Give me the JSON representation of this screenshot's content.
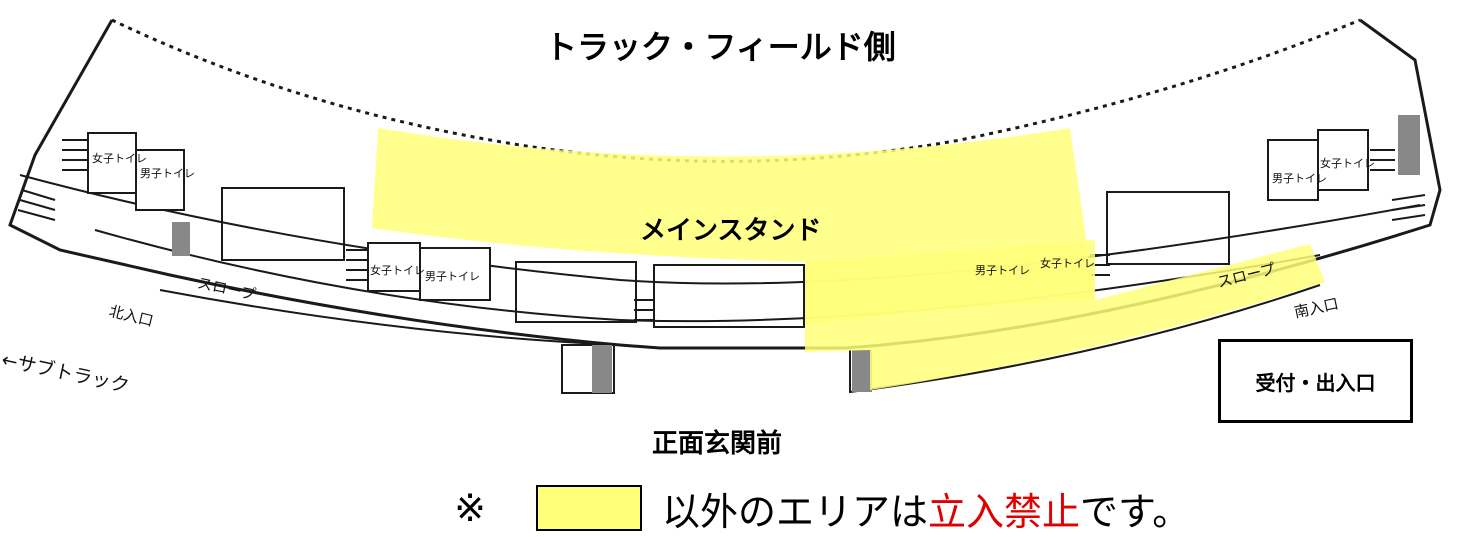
{
  "labels": {
    "track_field_side": "トラック・フィールド側",
    "main_stand": "メインスタンド",
    "front_entrance": "正面玄関前",
    "reception": "受付・出入口",
    "sub_track": "←サブトラック",
    "north_entrance": "北入口",
    "south_entrance": "南入口",
    "slope": "スロープ",
    "womens_toilet": "女子トイレ",
    "mens_toilet": "男子トイレ"
  },
  "legend": {
    "mark": "※",
    "text_before": "以外のエリアは",
    "text_red": "立入禁止",
    "text_after": "です。"
  },
  "colors": {
    "allowed_area": "#ffff7a",
    "restricted_text": "#e00000",
    "line": "#1a1a1a"
  }
}
